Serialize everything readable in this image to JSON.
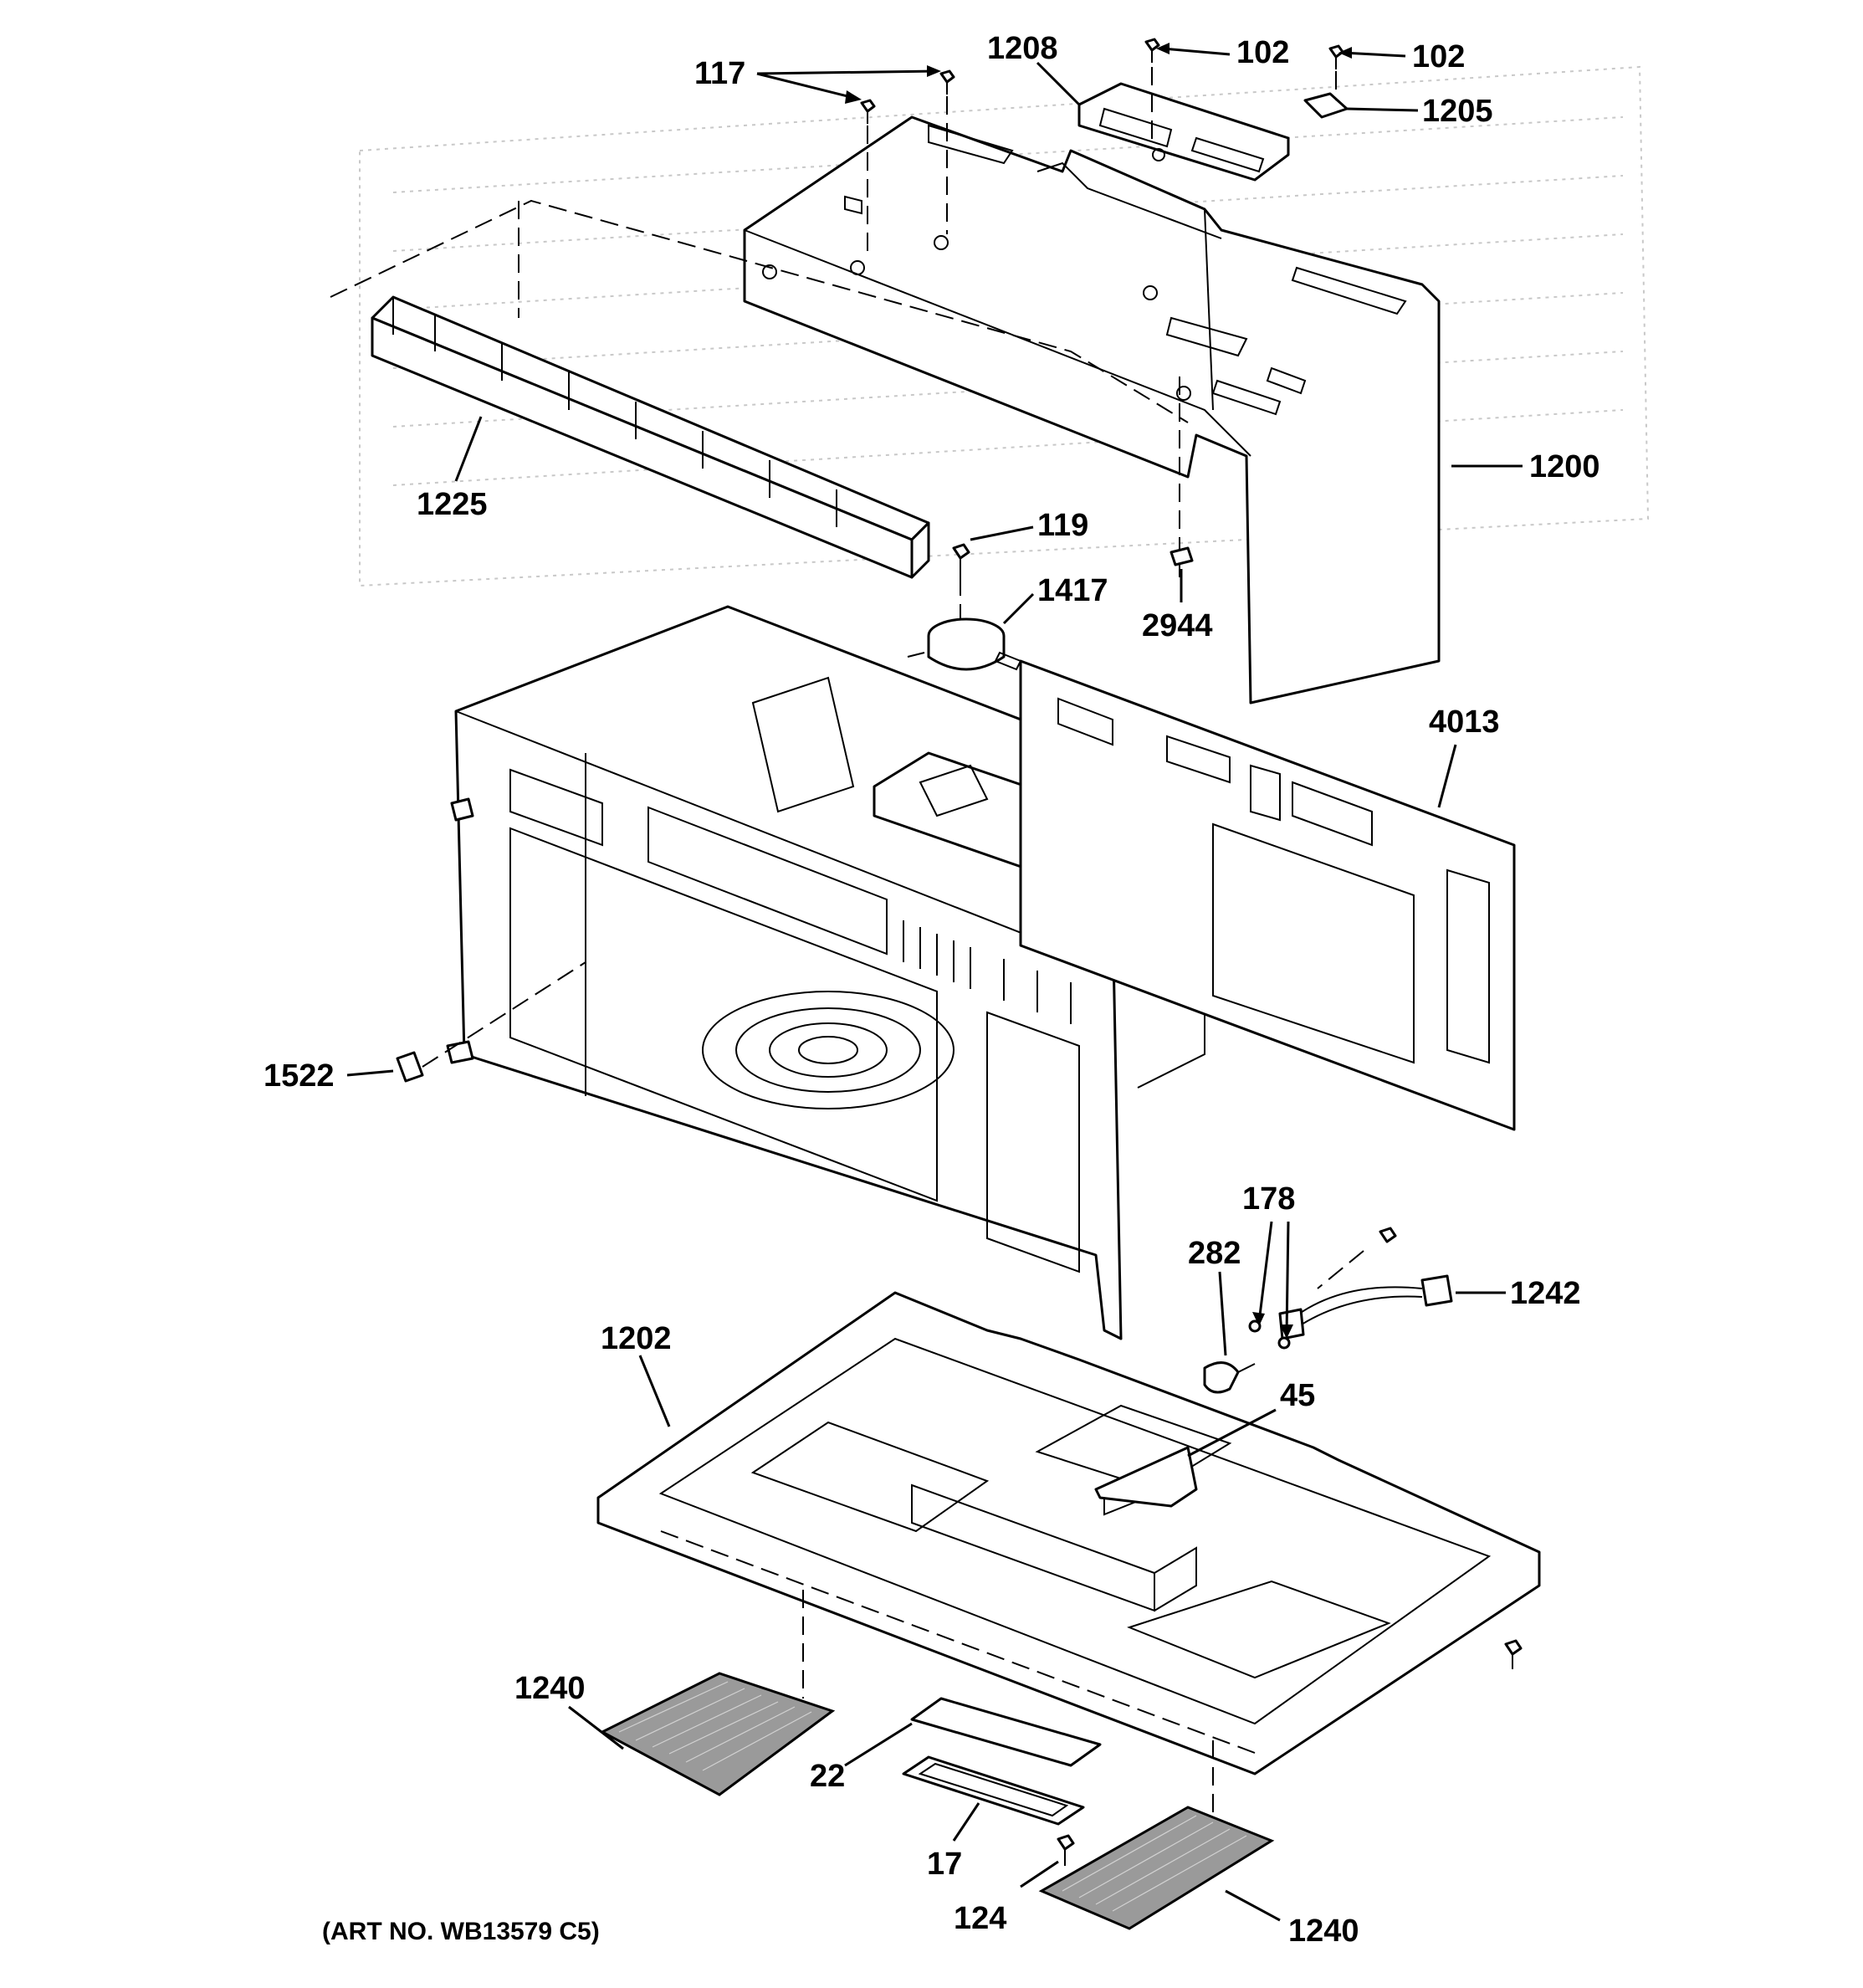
{
  "callouts": {
    "c117": "117",
    "c1208": "1208",
    "c102a": "102",
    "c102b": "102",
    "c1205": "1205",
    "c1200": "1200",
    "c1225": "1225",
    "c119": "119",
    "c1417": "1417",
    "c2944": "2944",
    "c4013": "4013",
    "c1522": "1522",
    "c178": "178",
    "c282": "282",
    "c1242": "1242",
    "c1202": "1202",
    "c45": "45",
    "c1240a": "1240",
    "c22": "22",
    "c17": "17",
    "c124": "124",
    "c1240b": "1240"
  },
  "art_number": "(ART NO. WB13579 C5)"
}
